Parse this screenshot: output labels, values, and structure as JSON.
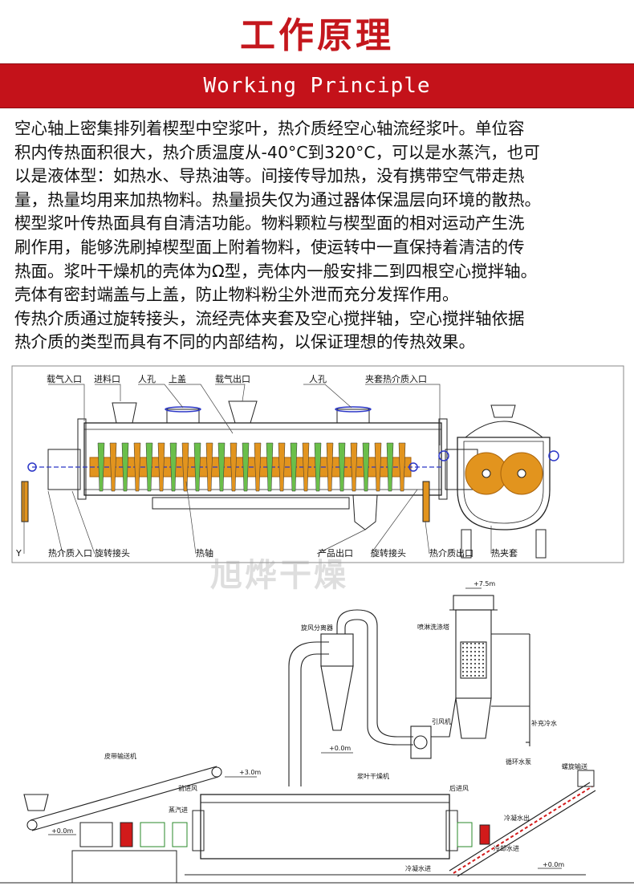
{
  "header": {
    "title_cn": "工作原理",
    "title_en": "Working Principle"
  },
  "description_lines": [
    "空心轴上密集排列着楔型中空浆叶，热介质经空心轴流经浆叶。单位容",
    "积内传热面积很大，热介质温度从-40°C到320°C，可以是水蒸汽，也可",
    "以是液体型：如热水、导热油等。间接传导加热，没有携带空气带走热",
    "量，热量均用来加热物料。热量损失仅为通过器体保温层向环境的散热。",
    "楔型浆叶传热面具有自清洁功能。物料颗粒与楔型面的相对运动产生洗",
    "刷作用，能够洗刷掉楔型面上附着物料，使运转中一直保持着清洁的传",
    "热面。浆叶干燥机的壳体为Ω型，壳体内一般安排二到四根空心搅拌轴。",
    "壳体有密封端盖与上盖，防止物料粉尘外泄而充分发挥作用。",
    "传热介质通过旋转接头，流经壳体夹套及空心搅拌轴，空心搅拌轴依据",
    "热介质的类型而具有不同的内部结构，以保证理想的传热效果。"
  ],
  "dryer_diagram": {
    "labels_top": {
      "gas_inlet": "载气入口",
      "feed_inlet": "进料口",
      "manhole_left": "人孔",
      "top_cover": "上盖",
      "gas_outlet": "载气出口",
      "manhole_right": "人孔",
      "jacket_inlet": "夹套热介质入口"
    },
    "labels_bottom": {
      "y": "Y",
      "medium_inlet": "热介质入口",
      "joint_left": "旋转接头",
      "hot_shaft": "热轴",
      "product_outlet": "产品出口",
      "joint_right": "旋转接头",
      "medium_outlet": "热介质出口",
      "hot_jacket": "热夹套"
    },
    "accent_color": "#e2941e",
    "highlight_color": "#2b36c7"
  },
  "watermark": "旭烨干燥",
  "system_diagram": {
    "labels": {
      "height_top": "+7.5m",
      "scrubber": "喷淋洗涤塔",
      "cyclone": "旋风分离器",
      "fan": "引风机",
      "makeup_water": "补充冷水",
      "level_zero_mid": "+0.0m",
      "pump": "循环水泵",
      "conveyor": "皮带输送机",
      "height_3": "+3.0m",
      "front_air": "前进风",
      "dryer": "浆叶干燥机",
      "rear_air": "后进风",
      "steam": "蒸汽进",
      "level_zero_left": "+0.0m",
      "screw_conveyor": "螺旋输送",
      "condensate_out": "冷凝水出",
      "cool_water": "冷凝水进",
      "coolant": "冷却水进",
      "level_zero_right": "+0.0m"
    },
    "accent_color": "#d21a1a"
  }
}
